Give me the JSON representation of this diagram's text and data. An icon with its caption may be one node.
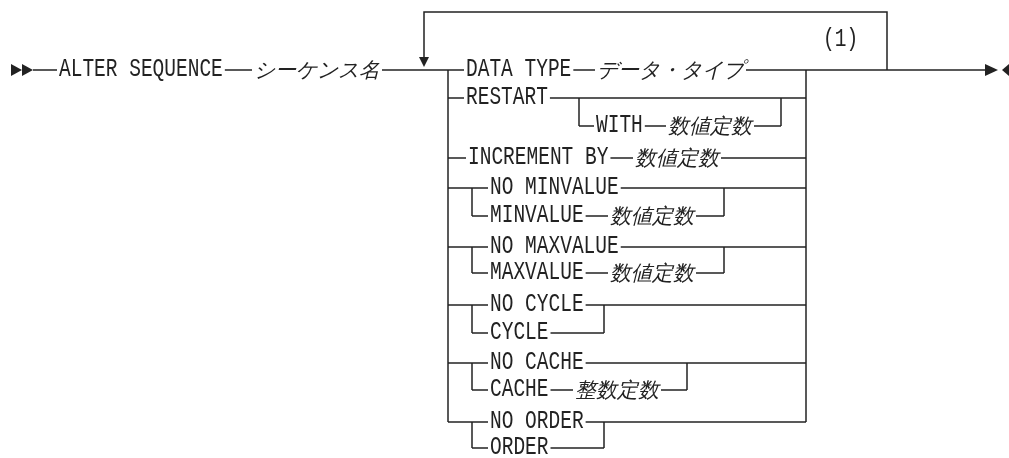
{
  "diagram": {
    "labels": [
      "ALTER SEQUENCE",
      "シーケンス名",
      "(1)",
      "DATA TYPE",
      "データ・タイプ",
      "RESTART",
      "WITH",
      "数値定数",
      "INCREMENT BY",
      "数値定数",
      "NO MINVALUE",
      "MINVALUE",
      "数値定数",
      "NO MAXVALUE",
      "MAXVALUE",
      "数値定数",
      "NO CYCLE",
      "CYCLE",
      "NO CACHE",
      "CACHE",
      "整数定数",
      "NO ORDER",
      "ORDER"
    ]
  }
}
